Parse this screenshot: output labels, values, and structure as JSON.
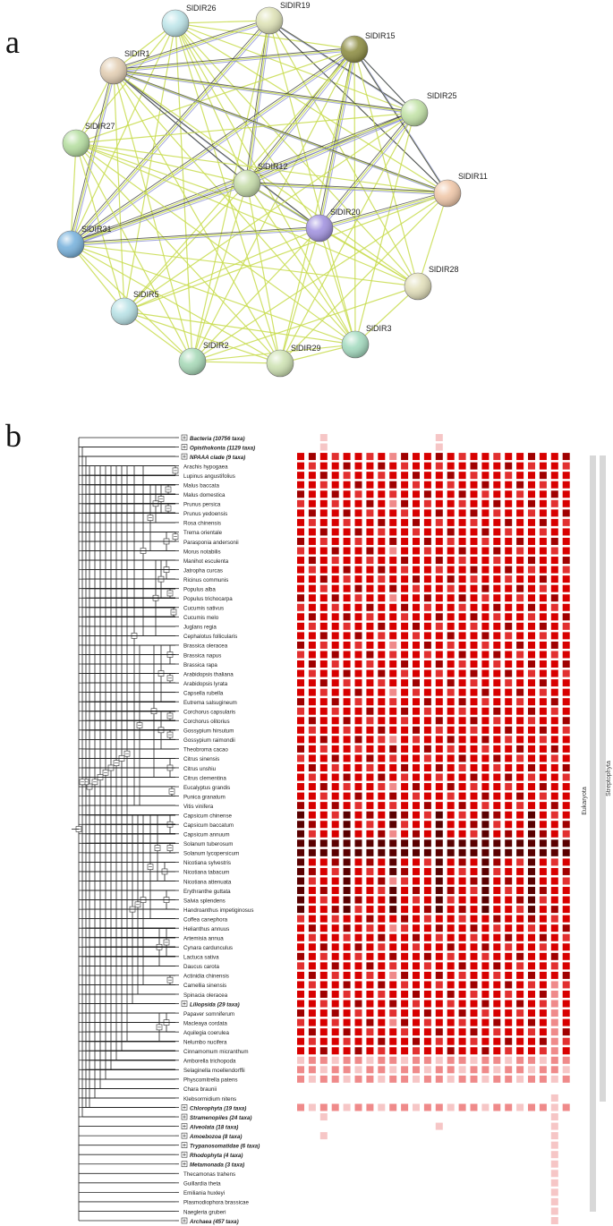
{
  "panel_labels": {
    "a": "a",
    "b": "b"
  },
  "network": {
    "nodes": [
      {
        "id": "SlDIR26",
        "label": "SlDIR26",
        "color": "#bfe6ea"
      },
      {
        "id": "SlDIR19",
        "label": "SlDIR19",
        "color": "#dfe3b8"
      },
      {
        "id": "SlDIR15",
        "label": "SlDIR15",
        "color": "#8f8f45"
      },
      {
        "id": "SlDIR1",
        "label": "SlDIR1",
        "color": "#e3cfb4"
      },
      {
        "id": "SlDIR25",
        "label": "SlDIR25",
        "color": "#c3e3a8"
      },
      {
        "id": "SlDIR27",
        "label": "SlDIR27",
        "color": "#b7dfa2"
      },
      {
        "id": "SlDIR12",
        "label": "SlDIR12",
        "color": "#c6dcaa"
      },
      {
        "id": "SlDIR11",
        "label": "SlDIR11",
        "color": "#f0c8aa"
      },
      {
        "id": "SlDIR20",
        "label": "SlDIR20",
        "color": "#a394e0"
      },
      {
        "id": "SlDIR31",
        "label": "SlDIR31",
        "color": "#7ab3dd"
      },
      {
        "id": "SlDIR28",
        "label": "SlDIR28",
        "color": "#e3e0bc"
      },
      {
        "id": "SlDIR5",
        "label": "SlDIR5",
        "color": "#b9e2e6"
      },
      {
        "id": "SlDIR3",
        "label": "SlDIR3",
        "color": "#a6dcc1"
      },
      {
        "id": "SlDIR2",
        "label": "SlDIR2",
        "color": "#a9dab9"
      },
      {
        "id": "SlDIR29",
        "label": "SlDIR29",
        "color": "#cfe3b4"
      }
    ]
  },
  "tree": {
    "rows": [
      {
        "label": "Bacteria (10756 taxa)",
        "group": true
      },
      {
        "label": "Opisthokonta (1129 taxa)",
        "group": true
      },
      {
        "label": "NPAAA clade (9 taxa)",
        "group": true
      },
      {
        "label": "Arachis hypogaea",
        "group": false
      },
      {
        "label": "Lupinus angustifolius",
        "group": false
      },
      {
        "label": "Malus baccata",
        "group": false
      },
      {
        "label": "Malus domestica",
        "group": false
      },
      {
        "label": "Prunus persica",
        "group": false
      },
      {
        "label": "Prunus yedoensis",
        "group": false
      },
      {
        "label": "Rosa chinensis",
        "group": false
      },
      {
        "label": "Trema orientale",
        "group": false
      },
      {
        "label": "Parasponia andersonii",
        "group": false
      },
      {
        "label": "Morus notabilis",
        "group": false
      },
      {
        "label": "Manihot esculenta",
        "group": false
      },
      {
        "label": "Jatropha curcas",
        "group": false
      },
      {
        "label": "Ricinus communis",
        "group": false
      },
      {
        "label": "Populus alba",
        "group": false
      },
      {
        "label": "Populus trichocarpa",
        "group": false
      },
      {
        "label": "Cucumis sativus",
        "group": false
      },
      {
        "label": "Cucumis melo",
        "group": false
      },
      {
        "label": "Juglans regia",
        "group": false
      },
      {
        "label": "Cephalotus follicularis",
        "group": false
      },
      {
        "label": "Brassica oleracea",
        "group": false
      },
      {
        "label": "Brassica napus",
        "group": false
      },
      {
        "label": "Brassica rapa",
        "group": false
      },
      {
        "label": "Arabidopsis thaliana",
        "group": false
      },
      {
        "label": "Arabidopsis lyrata",
        "group": false
      },
      {
        "label": "Capsella rubella",
        "group": false
      },
      {
        "label": "Eutrema salsugineum",
        "group": false
      },
      {
        "label": "Corchorus capsularis",
        "group": false
      },
      {
        "label": "Corchorus olitorius",
        "group": false
      },
      {
        "label": "Gossypium hirsutum",
        "group": false
      },
      {
        "label": "Gossypium raimondii",
        "group": false
      },
      {
        "label": "Theobroma cacao",
        "group": false
      },
      {
        "label": "Citrus sinensis",
        "group": false
      },
      {
        "label": "Citrus unshiu",
        "group": false
      },
      {
        "label": "Citrus clementina",
        "group": false
      },
      {
        "label": "Eucalyptus grandis",
        "group": false
      },
      {
        "label": "Punica granatum",
        "group": false
      },
      {
        "label": "Vitis vinifera",
        "group": false
      },
      {
        "label": "Capsicum chinense",
        "group": false
      },
      {
        "label": "Capsicum baccatum",
        "group": false
      },
      {
        "label": "Capsicum annuum",
        "group": false
      },
      {
        "label": "Solanum tuberosum",
        "group": false
      },
      {
        "label": "Solanum lycopersicum",
        "group": false
      },
      {
        "label": "Nicotiana sylvestris",
        "group": false
      },
      {
        "label": "Nicotiana tabacum",
        "group": false
      },
      {
        "label": "Nicotiana attenuata",
        "group": false
      },
      {
        "label": "Erythranthe guttata",
        "group": false
      },
      {
        "label": "Salvia splendens",
        "group": false
      },
      {
        "label": "Handroanthus impetiginosus",
        "group": false
      },
      {
        "label": "Coffea canephora",
        "group": false
      },
      {
        "label": "Helianthus annuus",
        "group": false
      },
      {
        "label": "Artemisia annua",
        "group": false
      },
      {
        "label": "Cynara cardunculus",
        "group": false
      },
      {
        "label": "Lactuca sativa",
        "group": false
      },
      {
        "label": "Daucus carota",
        "group": false
      },
      {
        "label": "Actinidia chinensis",
        "group": false
      },
      {
        "label": "Camellia sinensis",
        "group": false
      },
      {
        "label": "Spinacia oleracea",
        "group": false
      },
      {
        "label": "Liliopsida (29 taxa)",
        "group": true
      },
      {
        "label": "Papaver somniferum",
        "group": false
      },
      {
        "label": "Macleaya cordata",
        "group": false
      },
      {
        "label": "Aquilegia coerulea",
        "group": false
      },
      {
        "label": "Nelumbo nucifera",
        "group": false
      },
      {
        "label": "Cinnamomum micranthum",
        "group": false
      },
      {
        "label": "Amborella trichopoda",
        "group": false
      },
      {
        "label": "Selaginella moellendorffii",
        "group": false
      },
      {
        "label": "Physcomitrella patens",
        "group": false
      },
      {
        "label": "Chara braunii",
        "group": false
      },
      {
        "label": "Klebsormidium nitens",
        "group": false
      },
      {
        "label": "Chlorophyta (19 taxa)",
        "group": true
      },
      {
        "label": "Stramenopiles (24 taxa)",
        "group": true
      },
      {
        "label": "Alveolata (18 taxa)",
        "group": true
      },
      {
        "label": "Amoebozoa (8 taxa)",
        "group": true
      },
      {
        "label": "Trypanosomatidae (6 taxa)",
        "group": true
      },
      {
        "label": "Rhodophyta (4 taxa)",
        "group": true
      },
      {
        "label": "Metamonada (3 taxa)",
        "group": true
      },
      {
        "label": "Thecamonas trahens",
        "group": false
      },
      {
        "label": "Guillardia theta",
        "group": false
      },
      {
        "label": "Emiliania huxleyi",
        "group": false
      },
      {
        "label": "Plasmodiophora brassicae",
        "group": false
      },
      {
        "label": "Naegleria gruberi",
        "group": false
      },
      {
        "label": "Archaea (457 taxa)",
        "group": true
      }
    ],
    "clade_labels": {
      "eukaryota": "Eukaryota",
      "streptophyta": "Streptophyta"
    }
  },
  "heatmap_colors": [
    "#ffffff",
    "#f6c6c6",
    "#ef8a8a",
    "#e23030",
    "#d80000",
    "#a00000",
    "#5a0000"
  ]
}
